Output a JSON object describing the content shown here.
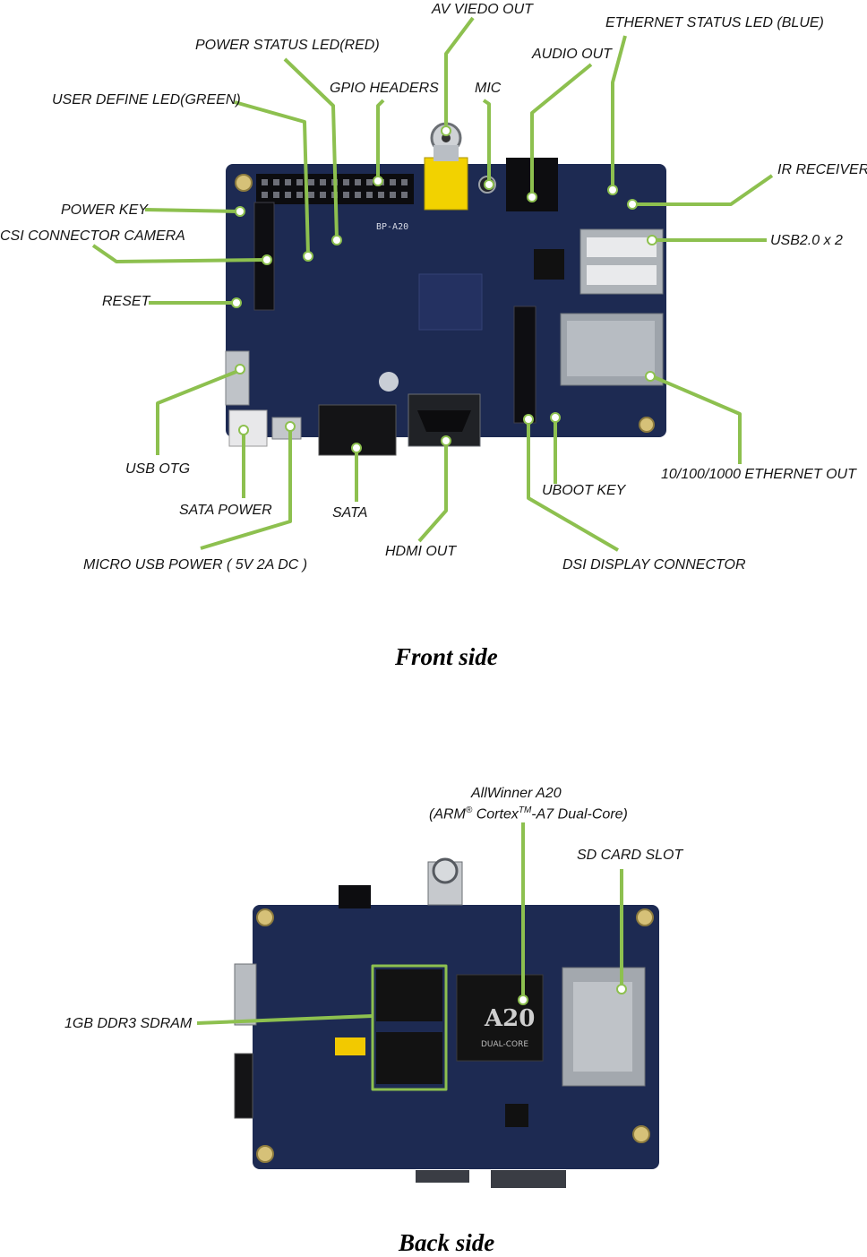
{
  "front": {
    "title": "Front side",
    "board_silkscreen": "BP-A20",
    "labels": {
      "av_video_out": "AV VIEDO OUT",
      "ethernet_status_led": "ETHERNET STATUS LED (BLUE)",
      "power_status_led": "POWER STATUS LED(RED)",
      "audio_out": "AUDIO OUT",
      "gpio_headers": "GPIO HEADERS",
      "mic": "MIC",
      "user_define_led": "USER DEFINE LED(GREEN)",
      "ir_receiver": "IR RECEIVER",
      "power_key": "POWER KEY",
      "csi_connector": "CSI CONNECTOR CAMERA",
      "usb20": "USB2.0 x 2",
      "reset": "RESET",
      "usb_otg": "USB OTG",
      "ethernet_out": "10/100/1000 ETHERNET OUT",
      "uboot_key": "UBOOT KEY",
      "sata_power": "SATA POWER",
      "sata": "SATA",
      "hdmi_out": "HDMI OUT",
      "micro_usb_power": "MICRO USB POWER ( 5V 2A DC )",
      "dsi_display": "DSI DISPLAY CONNECTOR"
    }
  },
  "back": {
    "title": "Back side",
    "chip_marking": "A20",
    "chip_sub_marking": "DUAL-CORE",
    "labels": {
      "soc_line1": "AllWinner A20",
      "soc_line2_a": "(ARM",
      "soc_line2_reg": "®",
      "soc_line2_b": " Cortex",
      "soc_line2_tm": "TM",
      "soc_line2_c": "-A7 Dual-Core)",
      "sd_card_slot": "SD CARD SLOT",
      "ddr3": "1GB DDR3 SDRAM"
    }
  },
  "colors": {
    "pcb": "#1d2a52",
    "pcb_dark": "#131c3a",
    "callout_line": "#8dc04f",
    "label_text": "#141414",
    "rca_yellow": "#f2d200",
    "metal": "#b9bec4",
    "mount_hole": "#d6c178"
  }
}
